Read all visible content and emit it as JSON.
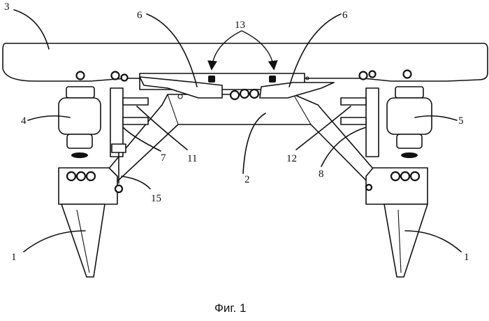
{
  "figure": {
    "caption": "Фиг. 1",
    "labels": {
      "l1_left": "1",
      "l1_right": "1",
      "l2": "2",
      "l3": "3",
      "l4": "4",
      "l5": "5",
      "l6_left": "6",
      "l6_right": "6",
      "l7": "7",
      "l8": "8",
      "l11": "11",
      "l12": "12",
      "l13": "13",
      "l15": "15"
    }
  }
}
